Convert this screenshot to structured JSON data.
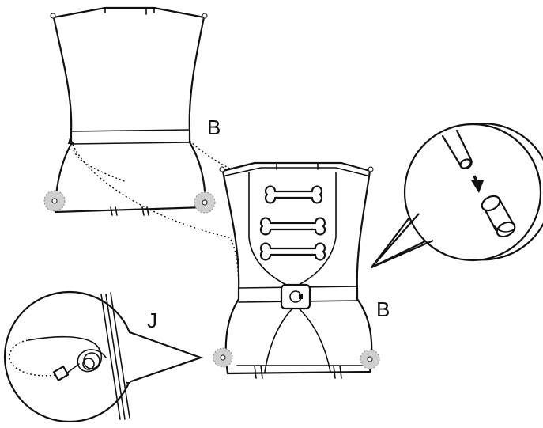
{
  "labels": {
    "top_b": "B",
    "right_b": "B",
    "j": "J"
  },
  "colors": {
    "outline": "#111111",
    "wheel_fill": "#cfcfcf",
    "background": "#ffffff"
  }
}
